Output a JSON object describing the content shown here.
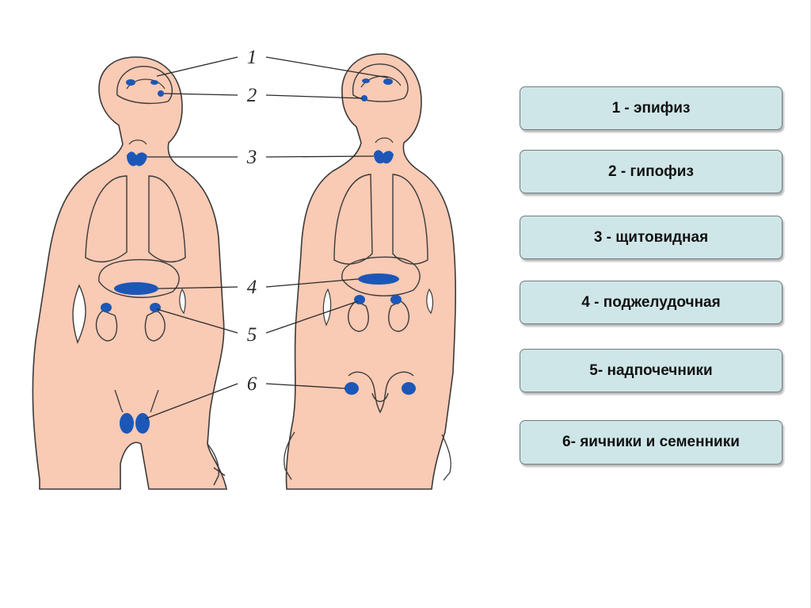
{
  "diagram": {
    "markers": [
      "1",
      "2",
      "3",
      "4",
      "5",
      "6"
    ]
  },
  "legend": [
    {
      "label": "1 - эпифиз"
    },
    {
      "label": "2 - гипофиз"
    },
    {
      "label": "3 - щитовидная"
    },
    {
      "label": "4 - поджелудочная"
    },
    {
      "label": "5- надпочечники"
    },
    {
      "label": "6- яичники и семенники"
    }
  ],
  "colors": {
    "body_fill": "#f9cab4",
    "outline": "#3a3a3a",
    "gland": "#1c57b8",
    "legend_fill": "#cfe6e8"
  }
}
